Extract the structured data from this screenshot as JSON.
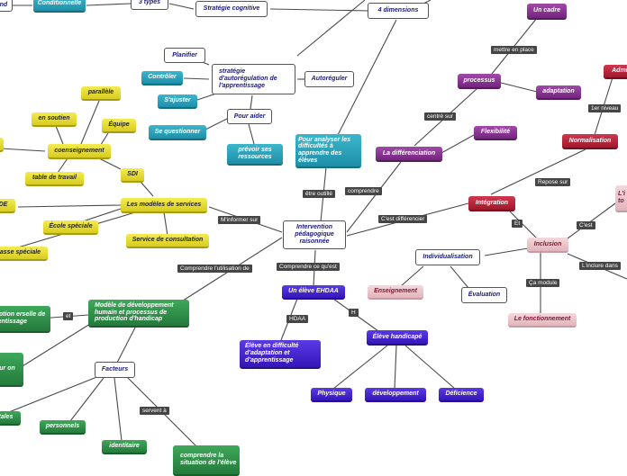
{
  "nodes": {
    "center": "Intervention pédagogique raisonnée",
    "dimensions": "4 dimensions",
    "strategie_cognitive": "Stratégie cognitive",
    "trois_types": "3 types",
    "conditionnelle": "Conditionnelle",
    "and_frag": "and",
    "planifier": "Planifier",
    "strategie_auto": "stratégie d'autorégulation de l'apprentissage",
    "controler": "Contrôler",
    "autoreguler": "Autoréguler",
    "sajuster": "S'ajuster",
    "pour_aider": "Pour aider",
    "se_questionner": "Se questionner",
    "prevoir": "prévoir ses ressources",
    "pour_analyser": "Pour analyser les difficultés à apprendre des élèves",
    "un_cadre": "Un cadre",
    "processus": "processus",
    "adaptation": "adaptation",
    "differenciation": "La différenciation",
    "flexibilite": "Flexibilité",
    "admin": "Admin",
    "normalisation": "Normalisation",
    "integration": "Intégration",
    "inclusion": "Inclusion",
    "lins_frag": "L'i te to",
    "individualisation": "Individualisation",
    "enseignement": "Enseignement",
    "evaluation": "Évaluation",
    "fonctionnement": "Le fonctionnement",
    "un_eleve_ehdaa": "Un élève EHDAA",
    "eleve_difficulte": "Élève en difficulté d'adaptation et d'apprentissage",
    "eleve_handicape": "Élève handicapé",
    "physique": "Physique",
    "developpement": "développement",
    "deficience": "Déficience",
    "parallele": "parallèle",
    "en_soutien": "en soutien",
    "equipe": "Équipe",
    "coenseignement": "coenseignement",
    "table_travail": "table de travail",
    "sdi": "SDI",
    "modeles_services": "Les modèles de services",
    "de_frag": "DE",
    "ecole_speciale": "École spéciale",
    "classe_speciale": "lasse spéciale",
    "service_consultation": "Service de consultation",
    "modele_dev": "Modèle de développement humain et processus de production d'handicap",
    "conception_frag": "eption erselle de rentissage",
    "our_frag": "our on",
    "facteurs": "Facteurs",
    "personnels": "personnels",
    "identitaire": "identitaire",
    "comprendre_situation": "comprendre la situation de l'élève",
    "tales_frag": "tales"
  },
  "links": {
    "etre_outille": "être outillé",
    "comprendre": "comprendre",
    "mettre_en_place": "mettre en place",
    "centre_sur": "centré sur",
    "cest_differencier": "C'est différencier",
    "repose_sur": "Repose sur",
    "premier_niveau": "1er niveau",
    "et": "Et",
    "cest": "C'est",
    "linclure_dans": "L'inclure dans",
    "ca_module": "Ça module",
    "minformer_sur": "M'informer sur",
    "comprendre_utilisation": "Comprendre l'utilisation de",
    "comprendre_ce_quest": "Comprendre ce qu'est",
    "hdaa": "HDAA",
    "h": "H",
    "et_small": "et",
    "servent_a": "servent à"
  }
}
